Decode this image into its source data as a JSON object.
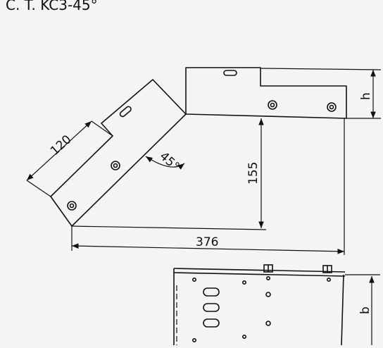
{
  "header": {
    "title": "C. T. KC3-45°"
  },
  "drawing": {
    "dimensions": {
      "arm_length": "120",
      "angle": "45°",
      "height": "155",
      "width": "376",
      "h": "h",
      "b": "b"
    }
  }
}
